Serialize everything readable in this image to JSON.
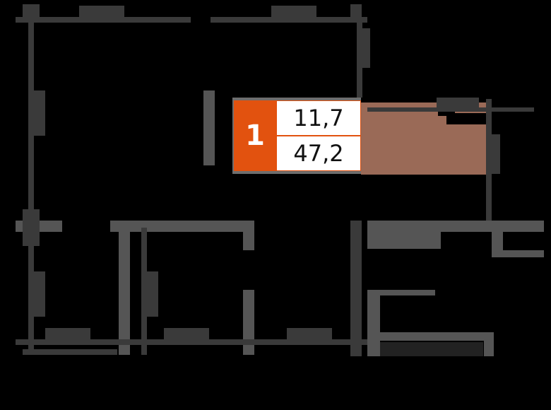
{
  "plan": {
    "type": "apartment floor plan",
    "rooms_badge": "1",
    "living_area": "11,7",
    "total_area": "47,2",
    "colors": {
      "background": "#000000",
      "badge_accent": "#e2520f",
      "badge_text": "#ffffff",
      "area_cell_bg": "#ffffff",
      "highlight_room": "#9a6a57",
      "walls": "#555555",
      "dimension_lines": "#3a3a3a"
    }
  }
}
